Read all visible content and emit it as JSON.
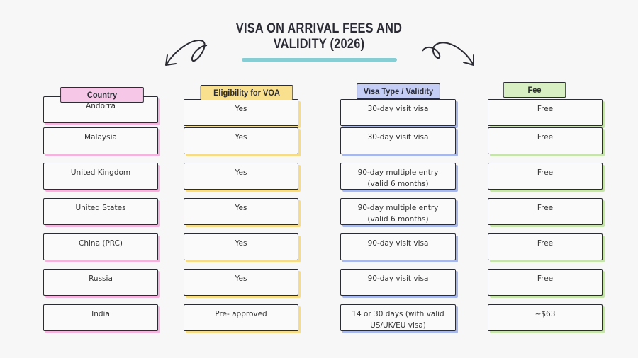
{
  "title": {
    "line1": "VISA ON ARRIVAL FEES AND",
    "line2": "VALIDITY (2026)",
    "underline_color": "#86cdd4"
  },
  "decorations": {
    "left_arrow": "curly-arrow-down-left-icon",
    "right_arrow": "curly-arrow-down-right-icon"
  },
  "columns": [
    {
      "key": "country",
      "header": "Country",
      "color": "#f7c7e8"
    },
    {
      "key": "eligibility",
      "header": "Eligibility for VOA",
      "color": "#f8e08e"
    },
    {
      "key": "visa_type",
      "header": "Visa Type / Validity",
      "color": "#c3cdf6"
    },
    {
      "key": "fee",
      "header": "Fee",
      "color": "#d8efc3"
    }
  ],
  "rows": [
    {
      "country": "Andorra",
      "eligibility": "Yes",
      "visa_type": [
        "30-day visit visa"
      ],
      "fee": "Free"
    },
    {
      "country": "Malaysia",
      "eligibility": "Yes",
      "visa_type": [
        "30-day visit visa"
      ],
      "fee": "Free"
    },
    {
      "country": "United Kingdom",
      "eligibility": "Yes",
      "visa_type": [
        "90-day multiple entry",
        "(valid 6 months)"
      ],
      "fee": "Free"
    },
    {
      "country": "United States",
      "eligibility": "Yes",
      "visa_type": [
        "90-day multiple entry",
        "(valid 6 months)"
      ],
      "fee": "Free"
    },
    {
      "country": "China (PRC)",
      "eligibility": "Yes",
      "visa_type": [
        "90-day visit visa"
      ],
      "fee": "Free"
    },
    {
      "country": "Russia",
      "eligibility": "Yes",
      "visa_type": [
        "90-day visit visa"
      ],
      "fee": "Free"
    },
    {
      "country": "India",
      "eligibility": "Pre- approved",
      "visa_type": [
        "14 or 30 days (with valid",
        "US/UK/EU visa)"
      ],
      "fee": "~$63"
    }
  ]
}
